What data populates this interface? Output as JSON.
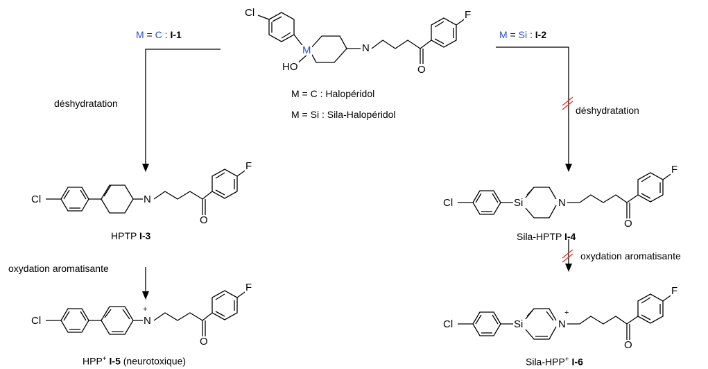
{
  "scheme": {
    "center": {
      "caption_c_prefix": "M = C : ",
      "caption_c_name": "Halopéridol",
      "caption_si_prefix": "M = Si : ",
      "caption_si_name": "Sila-Halopéridol"
    },
    "left_branch": {
      "label_m": "M",
      "label_eq": " = ",
      "label_el": "C",
      "label_sep": " : ",
      "label_code": "I-1",
      "step1": "déshydratation",
      "step2": "oxydation aromatisante",
      "product1_name": "HPTP ",
      "product1_code": "I-3",
      "product2_name": "HPP",
      "product2_sup": "+",
      "product2_code": " I-5",
      "product2_note": " (neurotoxique)"
    },
    "right_branch": {
      "label_m": "M",
      "label_eq": " = ",
      "label_el": "Si",
      "label_sep": " : ",
      "label_code": "I-2",
      "step1": "déshydratation",
      "step2": "oxydation aromatisante",
      "product1_name": "Sila-HPTP ",
      "product1_code": "I-4",
      "product2_name": "Sila-HPP",
      "product2_sup": "+",
      "product2_code": " I-6"
    },
    "atoms": {
      "cl": "Cl",
      "f": "F",
      "n": "N",
      "o": "O",
      "ho": "HO",
      "m": "M",
      "si": "Si",
      "plus": "+"
    },
    "colors": {
      "metal_highlight": "#2a4fd8",
      "blocked_mark": "#e0302a"
    }
  }
}
